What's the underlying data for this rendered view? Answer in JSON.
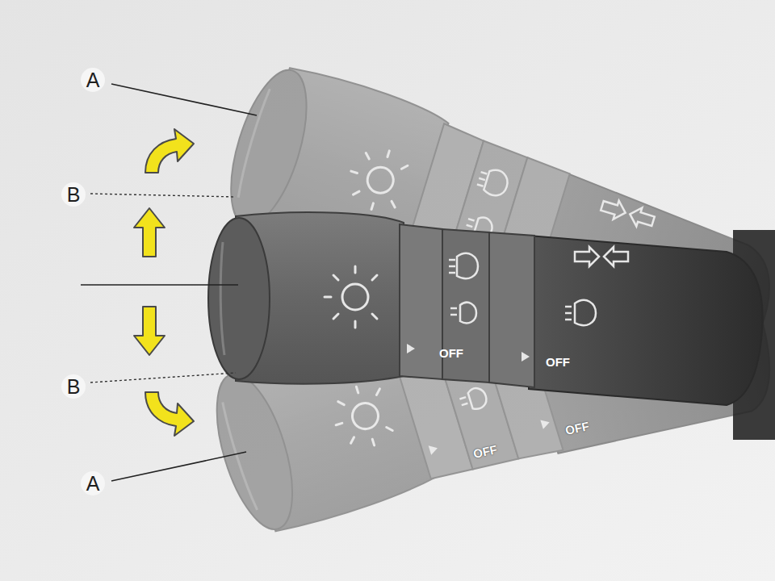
{
  "diagram": {
    "labels": [
      "A",
      "B",
      "B",
      "A",
      "OFF",
      "OFF",
      "OFF",
      "OFF"
    ]
  }
}
